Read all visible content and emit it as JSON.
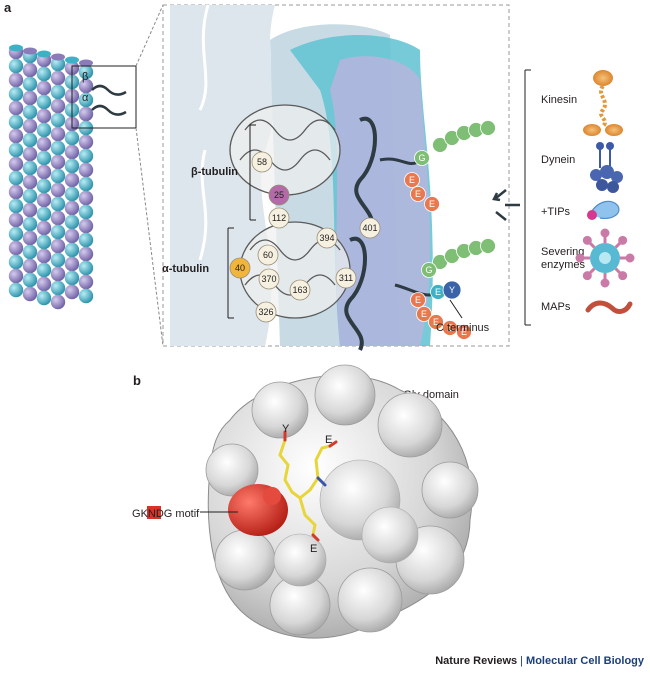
{
  "panel_a": {
    "label": "a",
    "lattice_beta": "β",
    "lattice_alpha": "α",
    "beta_tubulin": "β-tubulin",
    "alpha_tubulin": "α-tubulin",
    "residues": [
      "58",
      "25",
      "112",
      "394",
      "401",
      "40",
      "60",
      "370",
      "163",
      "311",
      "326"
    ],
    "tail_top": [
      "G",
      "E",
      "E",
      "E"
    ],
    "tail_bottom": [
      "G",
      "E",
      "Y"
    ],
    "tail_bottom_e": [
      "E",
      "E",
      "E",
      "E",
      "E"
    ],
    "c_terminus": "C terminus",
    "mip_items": [
      "Kinesin",
      "Dynein",
      "+TIPs",
      "Severing\nenzymes",
      "MAPs"
    ],
    "colors": {
      "beta_purple": "#8b7bb8",
      "alpha_cyan": "#3fb1c6",
      "glu_orange": "#e9784e",
      "gly_green": "#7fbf75",
      "tyr_blue": "#3a63a8"
    }
  },
  "panel_b": {
    "label": "b",
    "domain_label": "CAP-Gly domain",
    "motif_prefix": "G",
    "motif_highlight": "KN",
    "motif_suffix": "DG motif",
    "residue_y": "Y",
    "residue_e1": "E",
    "residue_e2": "E",
    "colors": {
      "motif_red": "#d8332a",
      "peptide_yellow": "#e7d53b"
    }
  },
  "credit": {
    "publisher": "Nature Reviews",
    "separator": "|",
    "journal": "Molecular Cell Biology"
  }
}
